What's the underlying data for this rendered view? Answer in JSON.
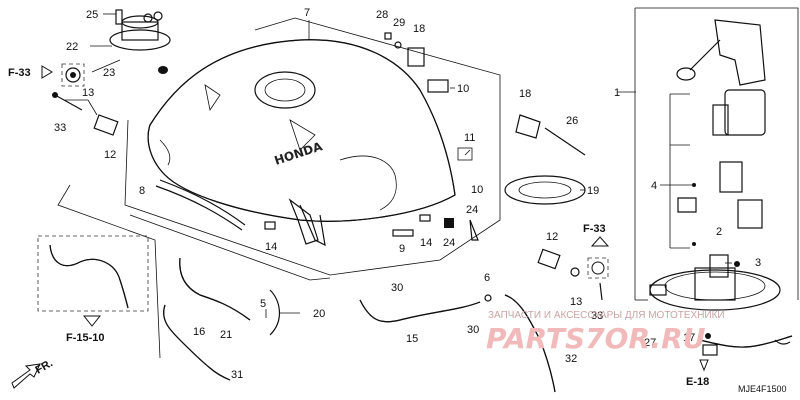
{
  "callouts": [
    "1",
    "2",
    "3",
    "4",
    "5",
    "6",
    "7",
    "8",
    "9",
    "10",
    "10",
    "11",
    "12",
    "12",
    "13",
    "13",
    "14",
    "14",
    "15",
    "16",
    "17",
    "18",
    "18",
    "19",
    "20",
    "21",
    "22",
    "23",
    "24",
    "24",
    "25",
    "26",
    "27",
    "28",
    "29",
    "30",
    "30",
    "31",
    "32",
    "33",
    "33"
  ],
  "refs": {
    "f33_left": "F-33",
    "f33_right": "F-33",
    "f1510": "F-15-10",
    "e18": "E-18",
    "fr": "FR."
  },
  "diagram_code": "MJE4F1500",
  "watermark": {
    "caption": "ЗАПЧАСТИ И АКСЕССУАРЫ ДЛЯ МОТОТЕХНИКИ",
    "brand": "PARTS7OR.RU"
  }
}
